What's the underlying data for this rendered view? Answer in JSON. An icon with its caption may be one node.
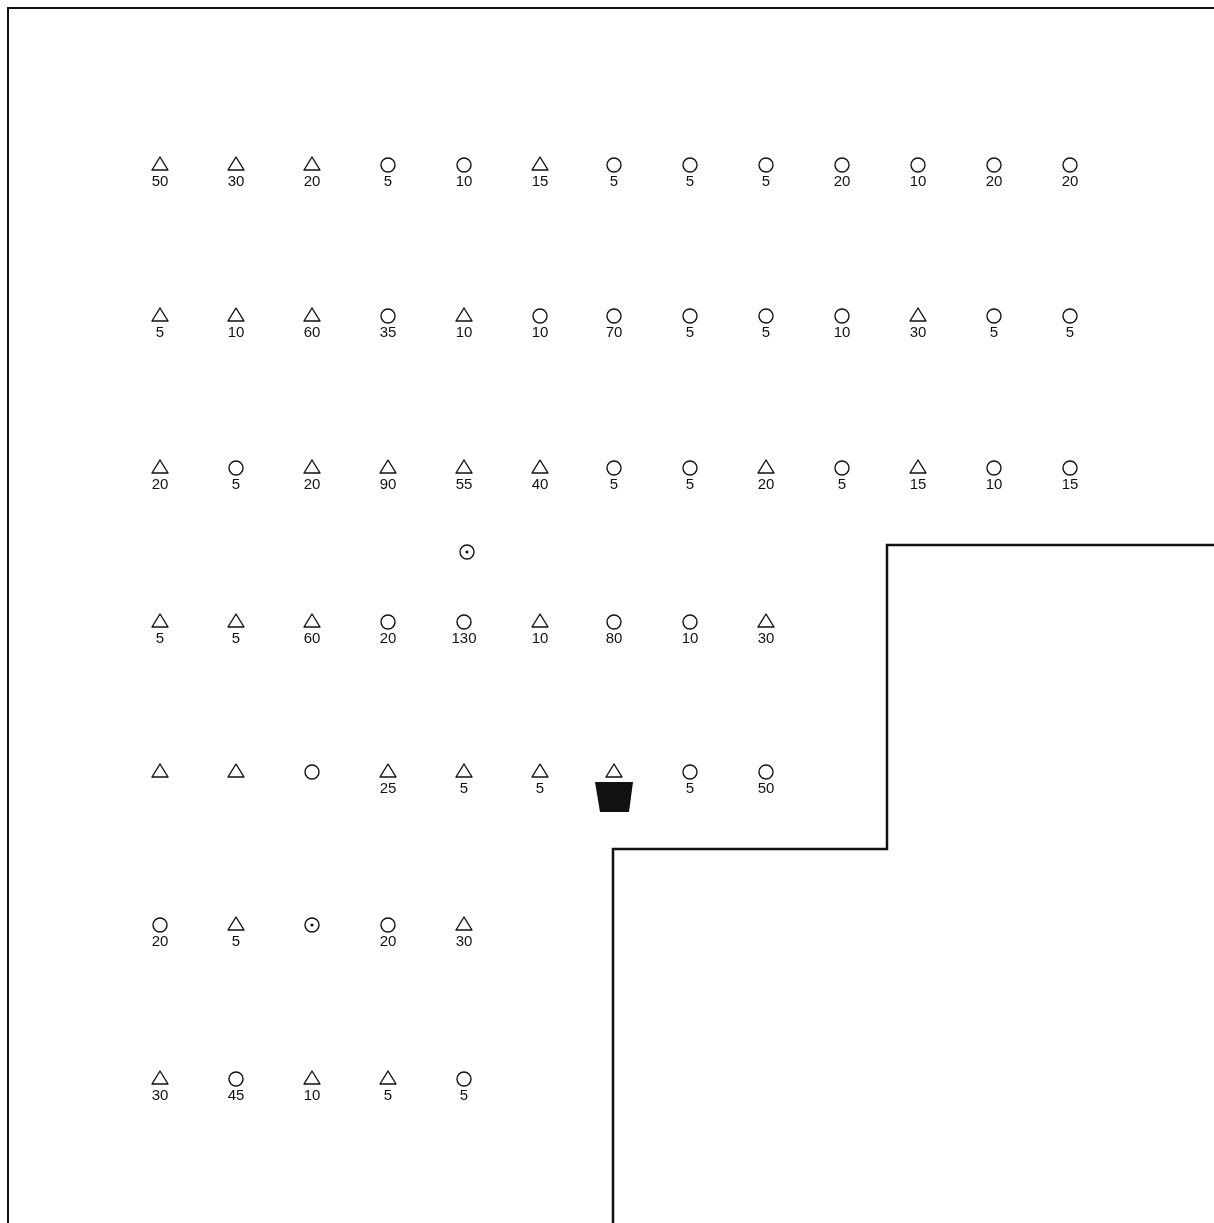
{
  "diagram": {
    "labels": [
      "50",
      "30",
      "20",
      "5",
      "10",
      "15",
      "5",
      "5",
      "5",
      "20",
      "10",
      "20",
      "20",
      "5",
      "10",
      "60",
      "35",
      "10",
      "10",
      "70",
      "5",
      "5",
      "10",
      "30",
      "5",
      "5",
      "20",
      "5",
      "20",
      "90",
      "55",
      "40",
      "5",
      "5",
      "20",
      "5",
      "15",
      "10",
      "15",
      "5",
      "5",
      "60",
      "20",
      "130",
      "10",
      "80",
      "10",
      "30",
      "25",
      "5",
      "5",
      "5",
      "50",
      "20",
      "5",
      "20",
      "30",
      "30",
      "45",
      "10",
      "5",
      "5"
    ]
  }
}
